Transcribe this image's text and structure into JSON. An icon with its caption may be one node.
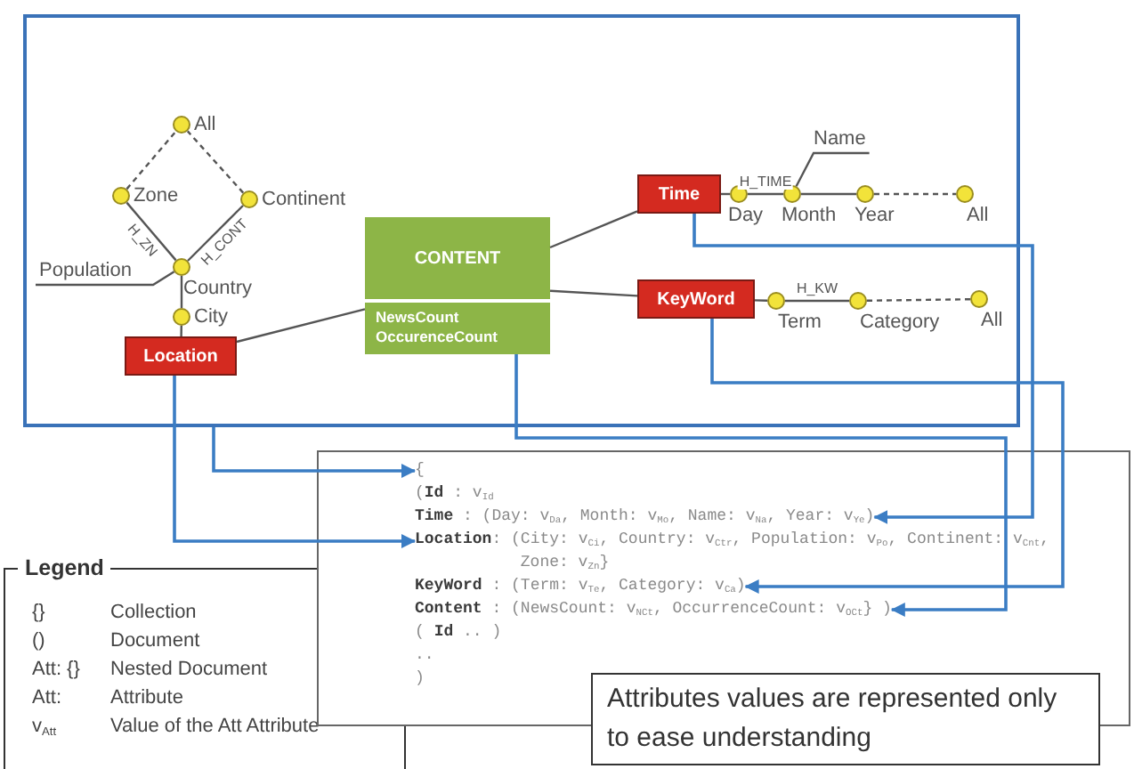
{
  "diagram": {
    "nodes": [
      {
        "text": [],
        "shape": "box"
      },
      {
        "text": [
          "Location"
        ],
        "in": 0
      },
      {
        "text": [
          "City"
        ],
        "in": 0
      },
      {
        "text": [
          "Country"
        ],
        "in": 0
      },
      {
        "text": [
          "Population"
        ],
        "in": 0
      },
      {
        "text": [
          "Zone"
        ],
        "in": 0
      },
      {
        "text": [
          "Continent"
        ],
        "in": 0
      },
      {
        "text": [
          "All"
        ],
        "in": 0
      },
      {
        "text": [
          "CONTENT",
          "NewsCount OccurenceCount"
        ],
        "in": 0
      },
      {
        "text": [
          "Time"
        ],
        "in": 0
      },
      {
        "text": [
          "Day"
        ],
        "in": 0
      },
      {
        "text": [
          "Month"
        ],
        "in": 0
      },
      {
        "text": [
          "Name"
        ],
        "in": 0
      },
      {
        "text": [
          "Year"
        ],
        "in": 0
      },
      {
        "text": [
          "All"
        ],
        "in": 0
      },
      {
        "text": [
          "KeyWord"
        ],
        "in": 0
      },
      {
        "text": [
          "Term"
        ],
        "in": 0
      },
      {
        "text": [
          "Category"
        ],
        "in": 0
      },
      {
        "text": [
          "All"
        ],
        "in": 0
      },
      {
        "text": [
          "Legend",
          "{}",
          "Collection",
          "()",
          "Document",
          "Att: {}",
          "Nested Document",
          "Att:",
          "Attribute",
          "v$_{Att}$",
          "Value of the Att Attribute"
        ]
      },
      {
        "text": [],
        "shape": "box"
      },
      {
        "text": [
          "{"
        ],
        "in": 20
      },
      {
        "text": [
          "(**Id** : v$_{Id}$"
        ],
        "in": 20
      },
      {
        "text": [
          "**Time** : (Day: v$_{Da}$, Month: v$_{Mo}$, Name: v$_{Na}$, Year: v$_{Ye}$)"
        ],
        "in": 20
      },
      {
        "text": [
          "**Location**: (City: v$_{Ci}$, Country: v$_{Ctr}$, Population: v$_{Po}$, Continent: v$_{Cnt}$, Zone: v$_{Zn}$}"
        ],
        "in": 20
      },
      {
        "text": [
          "**KeyWord** : (Term: v$_{Te}$, Category: v$_{Ca}$)"
        ],
        "in": 20
      },
      {
        "text": [
          "**Content** : (NewsCount: v$_{NCt}$, OccurrenceCount: v$_{OCt}$} )"
        ],
        "in": 20
      },
      {
        "text": [
          "( **Id** .. )"
        ],
        "in": 20
      },
      {
        "text": [
          ".."
        ],
        "in": 20
      },
      {
        "text": [
          ")"
        ],
        "in": 20
      },
      {
        "text": [
          "Attributes values are represented only to ease understanding"
        ]
      }
    ],
    "edges": [
      {
        "from": 1,
        "to": 2,
        "arrow": "none"
      },
      {
        "from": 2,
        "to": 3,
        "arrow": "none"
      },
      {
        "from": 3,
        "to": 4,
        "arrow": "none"
      },
      {
        "from": 3,
        "to": 5,
        "arrow": "none",
        "label": "H_ZN"
      },
      {
        "from": 3,
        "to": 6,
        "arrow": "none",
        "label": "H_CONT"
      },
      {
        "from": 5,
        "to": 7,
        "arrow": "none",
        "style": "dashed"
      },
      {
        "from": 6,
        "to": 7,
        "arrow": "none",
        "style": "dashed"
      },
      {
        "from": 1,
        "to": 8,
        "arrow": "none"
      },
      {
        "from": 8,
        "to": 9,
        "arrow": "none"
      },
      {
        "from": 8,
        "to": 15,
        "arrow": "none"
      },
      {
        "from": 9,
        "to": 10,
        "arrow": "none"
      },
      {
        "from": 10,
        "to": 11,
        "arrow": "none",
        "label": "H_TIME"
      },
      {
        "from": 11,
        "to": 12,
        "arrow": "none"
      },
      {
        "from": 11,
        "to": 13,
        "arrow": "none"
      },
      {
        "from": 13,
        "to": 14,
        "arrow": "none",
        "style": "dashed"
      },
      {
        "from": 15,
        "to": 16,
        "arrow": "none"
      },
      {
        "from": 16,
        "to": 17,
        "arrow": "none",
        "label": "H_KW"
      },
      {
        "from": 17,
        "to": 18,
        "arrow": "none",
        "style": "dashed"
      },
      {
        "from": 0,
        "to": 21,
        "arrow": "to",
        "color": "#3b7dc4"
      },
      {
        "from": 1,
        "to": 24,
        "arrow": "to",
        "color": "#3b7dc4"
      },
      {
        "from": 8,
        "to": 26,
        "arrow": "to",
        "color": "#3b7dc4"
      },
      {
        "from": 9,
        "to": 23,
        "arrow": "to",
        "color": "#3b7dc4"
      },
      {
        "from": 15,
        "to": 25,
        "arrow": "to",
        "color": "#3b7dc4"
      }
    ]
  }
}
